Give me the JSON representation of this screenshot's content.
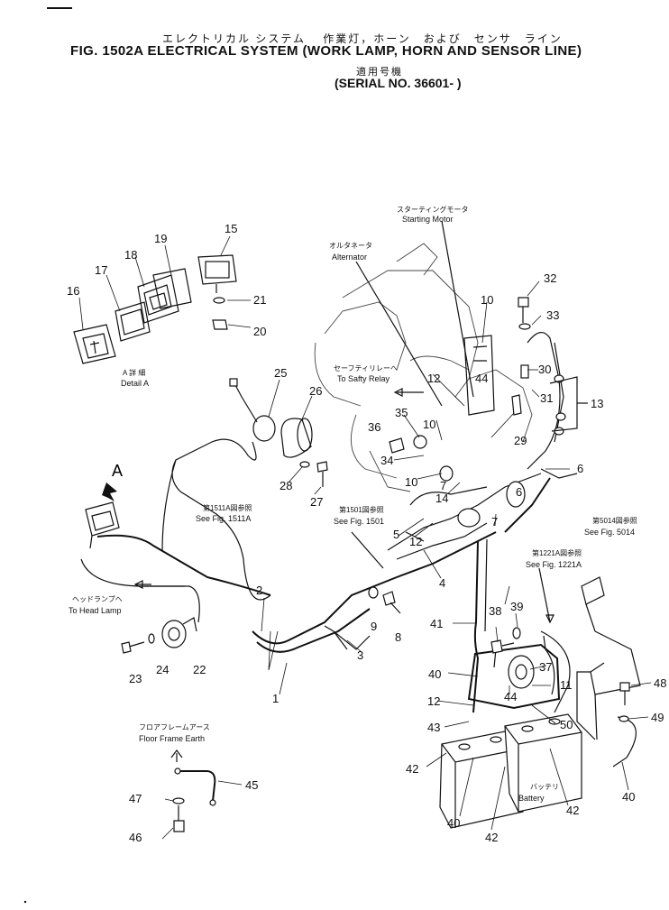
{
  "header": {
    "title_jp": "エレクトリカル システム　 作業灯，ホーン　および　センサ　ライン",
    "title_en": "FIG. 1502A  ELECTRICAL SYSTEM (WORK LAMP, HORN AND SENSOR LINE)",
    "serial_jp": "適用号機",
    "serial_en": "(SERIAL  NO. 36601- )"
  },
  "annotations": {
    "starting_motor_jp": "スターティングモータ",
    "starting_motor": "Starting Motor",
    "alternator_jp": "オルタネータ",
    "alternator": "Alternator",
    "safty_relay_jp": "セーフティリレーへ",
    "safty_relay": "To Safty Relay",
    "detail_a_jp": "A 詳 細",
    "detail_a": "Detail A",
    "letter_a": "A",
    "fig1511_jp": "第1511A図参照",
    "fig1511": "See Fig. 1511A",
    "fig1501_jp": "第1501図参照",
    "fig1501": "See Fig. 1501",
    "fig5014_jp": "第5014図参照",
    "fig5014": "See Fig. 5014",
    "fig1221_jp": "第1221A図参照",
    "fig1221": "See Fig. 1221A",
    "head_lamp_jp": "ヘッドランプへ",
    "head_lamp": "To Head Lamp",
    "floor_earth_jp": "フロアフレームアース",
    "floor_earth": "Floor Frame Earth",
    "battery_jp": "バッテリ",
    "battery": "Battery"
  },
  "parts": {
    "p1": "1",
    "p2": "2",
    "p3": "3",
    "p4": "4",
    "p5": "5",
    "p6a": "6",
    "p6b": "6",
    "p7a": "7",
    "p7b": "7",
    "p8": "8",
    "p9": "9",
    "p10a": "10",
    "p10b": "10",
    "p10c": "10",
    "p11": "11",
    "p12a": "12",
    "p12b": "12",
    "p12c": "12",
    "p13": "13",
    "p14": "14",
    "p15": "15",
    "p16": "16",
    "p17": "17",
    "p18": "18",
    "p19": "19",
    "p20": "20",
    "p21": "21",
    "p22": "22",
    "p23": "23",
    "p24": "24",
    "p25": "25",
    "p26": "26",
    "p27": "27",
    "p28": "28",
    "p29": "29",
    "p30": "30",
    "p31": "31",
    "p32": "32",
    "p33": "33",
    "p34": "34",
    "p35": "35",
    "p36": "36",
    "p37": "37",
    "p38": "38",
    "p39": "39",
    "p40a": "40",
    "p40b": "40",
    "p40c": "40",
    "p41": "41",
    "p42a": "42",
    "p42b": "42",
    "p42c": "42",
    "p43": "43",
    "p44a": "44",
    "p44b": "44",
    "p45": "45",
    "p46": "46",
    "p47": "47",
    "p48": "48",
    "p49": "49",
    "p50": "50"
  }
}
